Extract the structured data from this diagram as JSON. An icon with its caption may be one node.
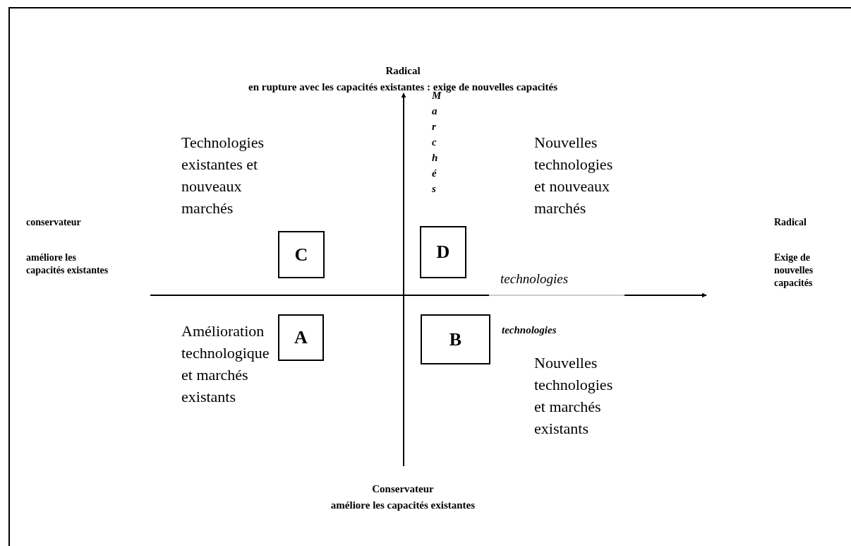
{
  "diagram": {
    "nodes": [
      {
        "text": [
          "C"
        ]
      },
      {
        "text": [
          "D"
        ]
      },
      {
        "text": [
          "A"
        ]
      },
      {
        "text": [
          "B"
        ]
      }
    ],
    "labels": [
      "Radical",
      "en rupture avec les capacités existantes : exige de nouvelles capacités",
      "Marchés",
      "Technologies existantes et nouveaux marchés",
      "Nouvelles technologies et nouveaux marchés",
      "conservateur",
      "Radical",
      "améliore les capacités existantes",
      "Exige de nouvelles capacités",
      "technologies",
      "Amélioration technologique et marchés existants",
      "technologies",
      "Nouvelles technologies et marchés existants",
      "Conservateur",
      "améliore les capacités existantes"
    ]
  }
}
